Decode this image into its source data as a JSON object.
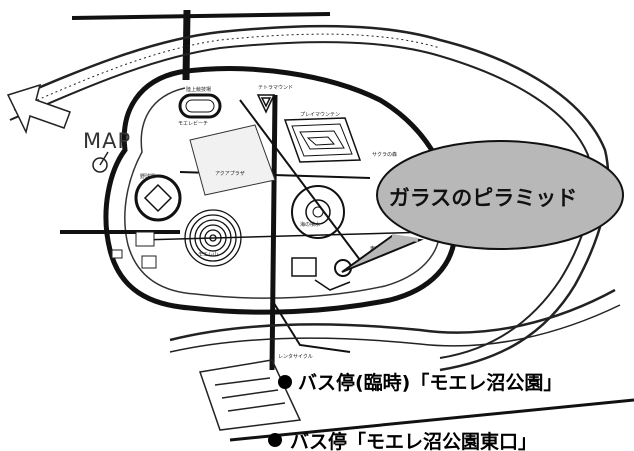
{
  "map": {
    "title": "MAP",
    "callout": {
      "label": "ガラスのピラミッド"
    },
    "bus_stops": [
      {
        "label": "バス停(臨時)「モエレ沼公園」"
      },
      {
        "label": "バス停「モエレ沼公園東口」"
      }
    ],
    "landmarks": [
      {
        "label": "陸上競技場"
      },
      {
        "label": "モエレビーチ"
      },
      {
        "label": "プレイマウンテン"
      },
      {
        "label": "サクラの森"
      },
      {
        "label": "アクアプラザ"
      },
      {
        "label": "テトラマウンド"
      },
      {
        "label": "モエレ山"
      },
      {
        "label": "海の噴水"
      },
      {
        "label": "野球場"
      },
      {
        "label": "東口"
      },
      {
        "label": "レンタサイクル"
      }
    ],
    "colors": {
      "ink": "#1a1a1a",
      "callout_fill": "#b8b8b8",
      "background": "#ffffff"
    }
  }
}
